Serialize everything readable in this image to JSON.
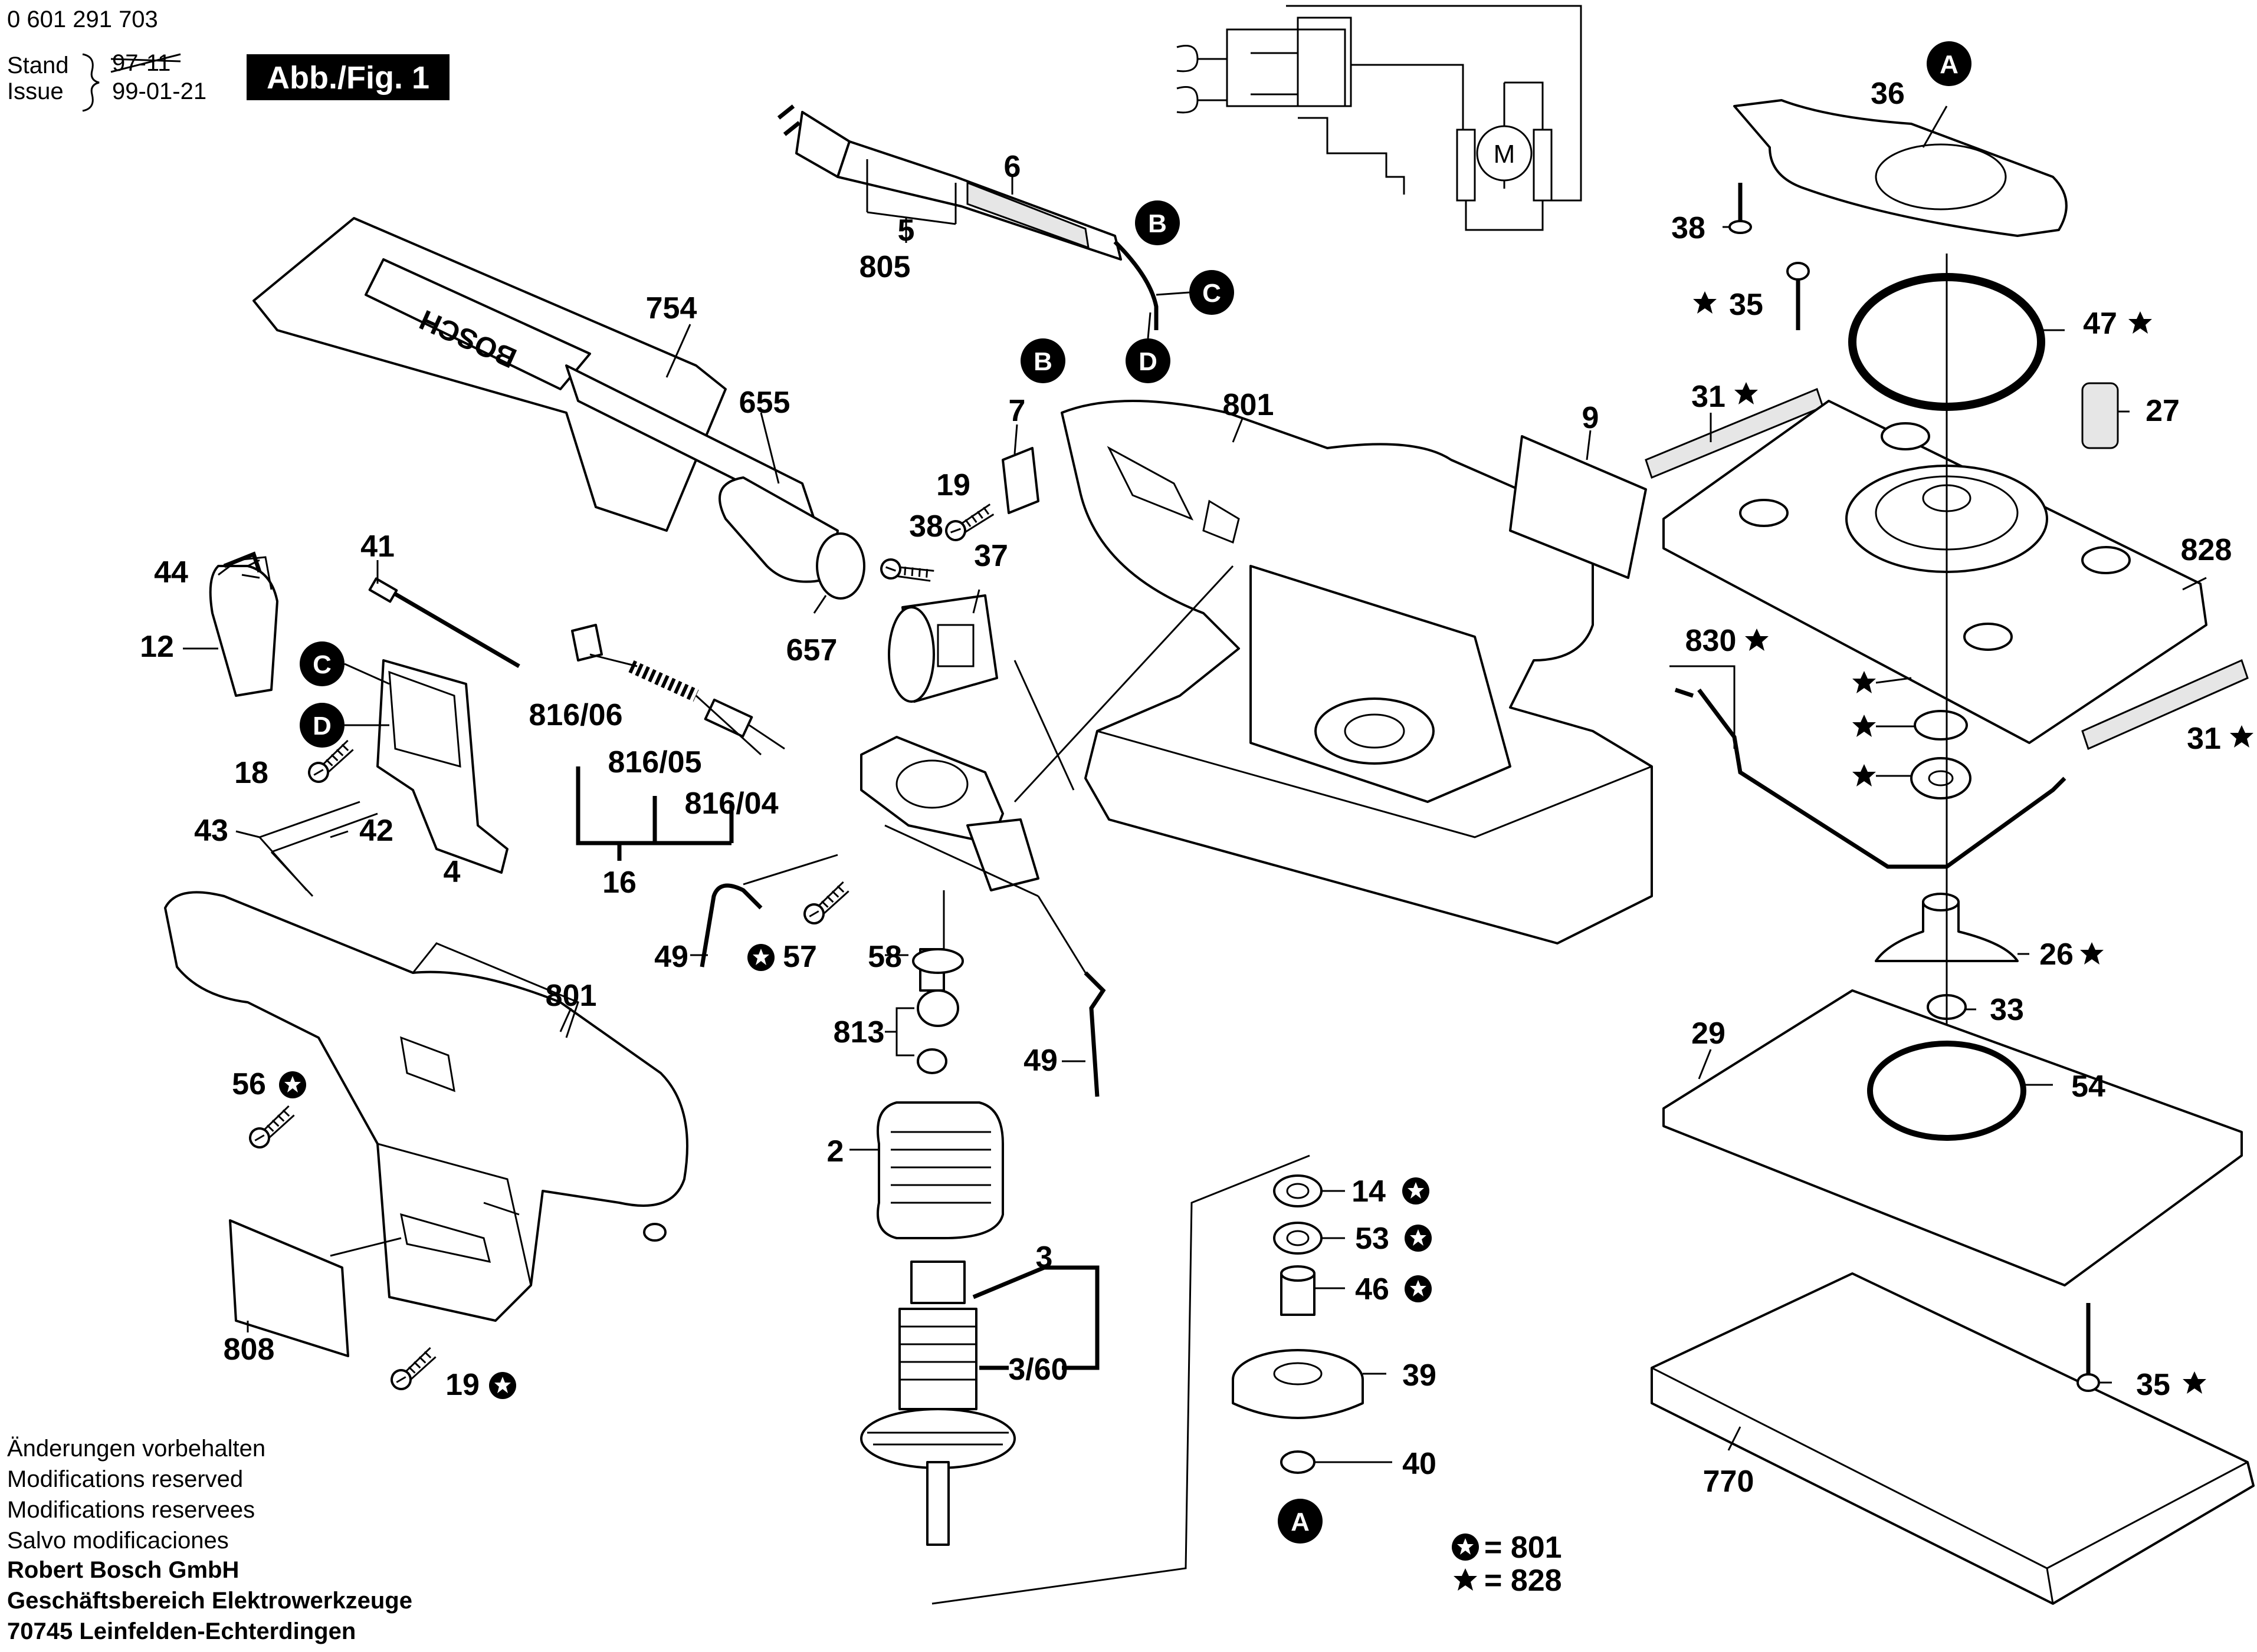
{
  "header": {
    "part_number": "0 601 291 703",
    "stand_label": "Stand",
    "issue_label": "Issue",
    "stand_old": "97-11",
    "issue_date": "99-01-21",
    "figure_badge": "Abb./Fig. 1"
  },
  "parts": {
    "p2": "2",
    "p3": "3",
    "p3_60": "3/60",
    "p4": "4",
    "p5": "5",
    "p6": "6",
    "p7": "7",
    "p9": "9",
    "p12": "12",
    "p14": "14",
    "p16": "16",
    "p18": "18",
    "p19a": "19",
    "p19b": "19",
    "p26": "26",
    "p27": "27",
    "p29": "29",
    "p31a": "31",
    "p31b": "31",
    "p33": "33",
    "p35a": "35",
    "p35b": "35",
    "p36": "36",
    "p37": "37",
    "p38a": "38",
    "p38b": "38",
    "p39": "39",
    "p40": "40",
    "p41": "41",
    "p42": "42",
    "p43": "43",
    "p44": "44",
    "p46": "46",
    "p47": "47",
    "p49a": "49",
    "p49b": "49",
    "p53": "53",
    "p54": "54",
    "p56": "56",
    "p57": "57",
    "p58": "58",
    "p655": "655",
    "p657": "657",
    "p754": "754",
    "p770": "770",
    "p801a": "801",
    "p801b": "801",
    "p805": "805",
    "p808": "808",
    "p813": "813",
    "p816_04": "816/04",
    "p816_05": "816/05",
    "p816_06": "816/06",
    "p828": "828",
    "p830": "830",
    "bag_brand": "BOSCH"
  },
  "markers": {
    "A": "A",
    "B": "B",
    "C": "C",
    "D": "D"
  },
  "motor_symbol": "M",
  "legend": {
    "circle_star_ref": "= 801",
    "star_ref": "= 828"
  },
  "footer": {
    "lines": [
      "Änderungen vorbehalten",
      "Modifications reserved",
      "Modifications reservees",
      "Salvo modificaciones"
    ],
    "company": [
      "Robert Bosch GmbH",
      "Geschäftsbereich Elektrowerkzeuge",
      "70745 Leinfelden-Echterdingen"
    ]
  }
}
